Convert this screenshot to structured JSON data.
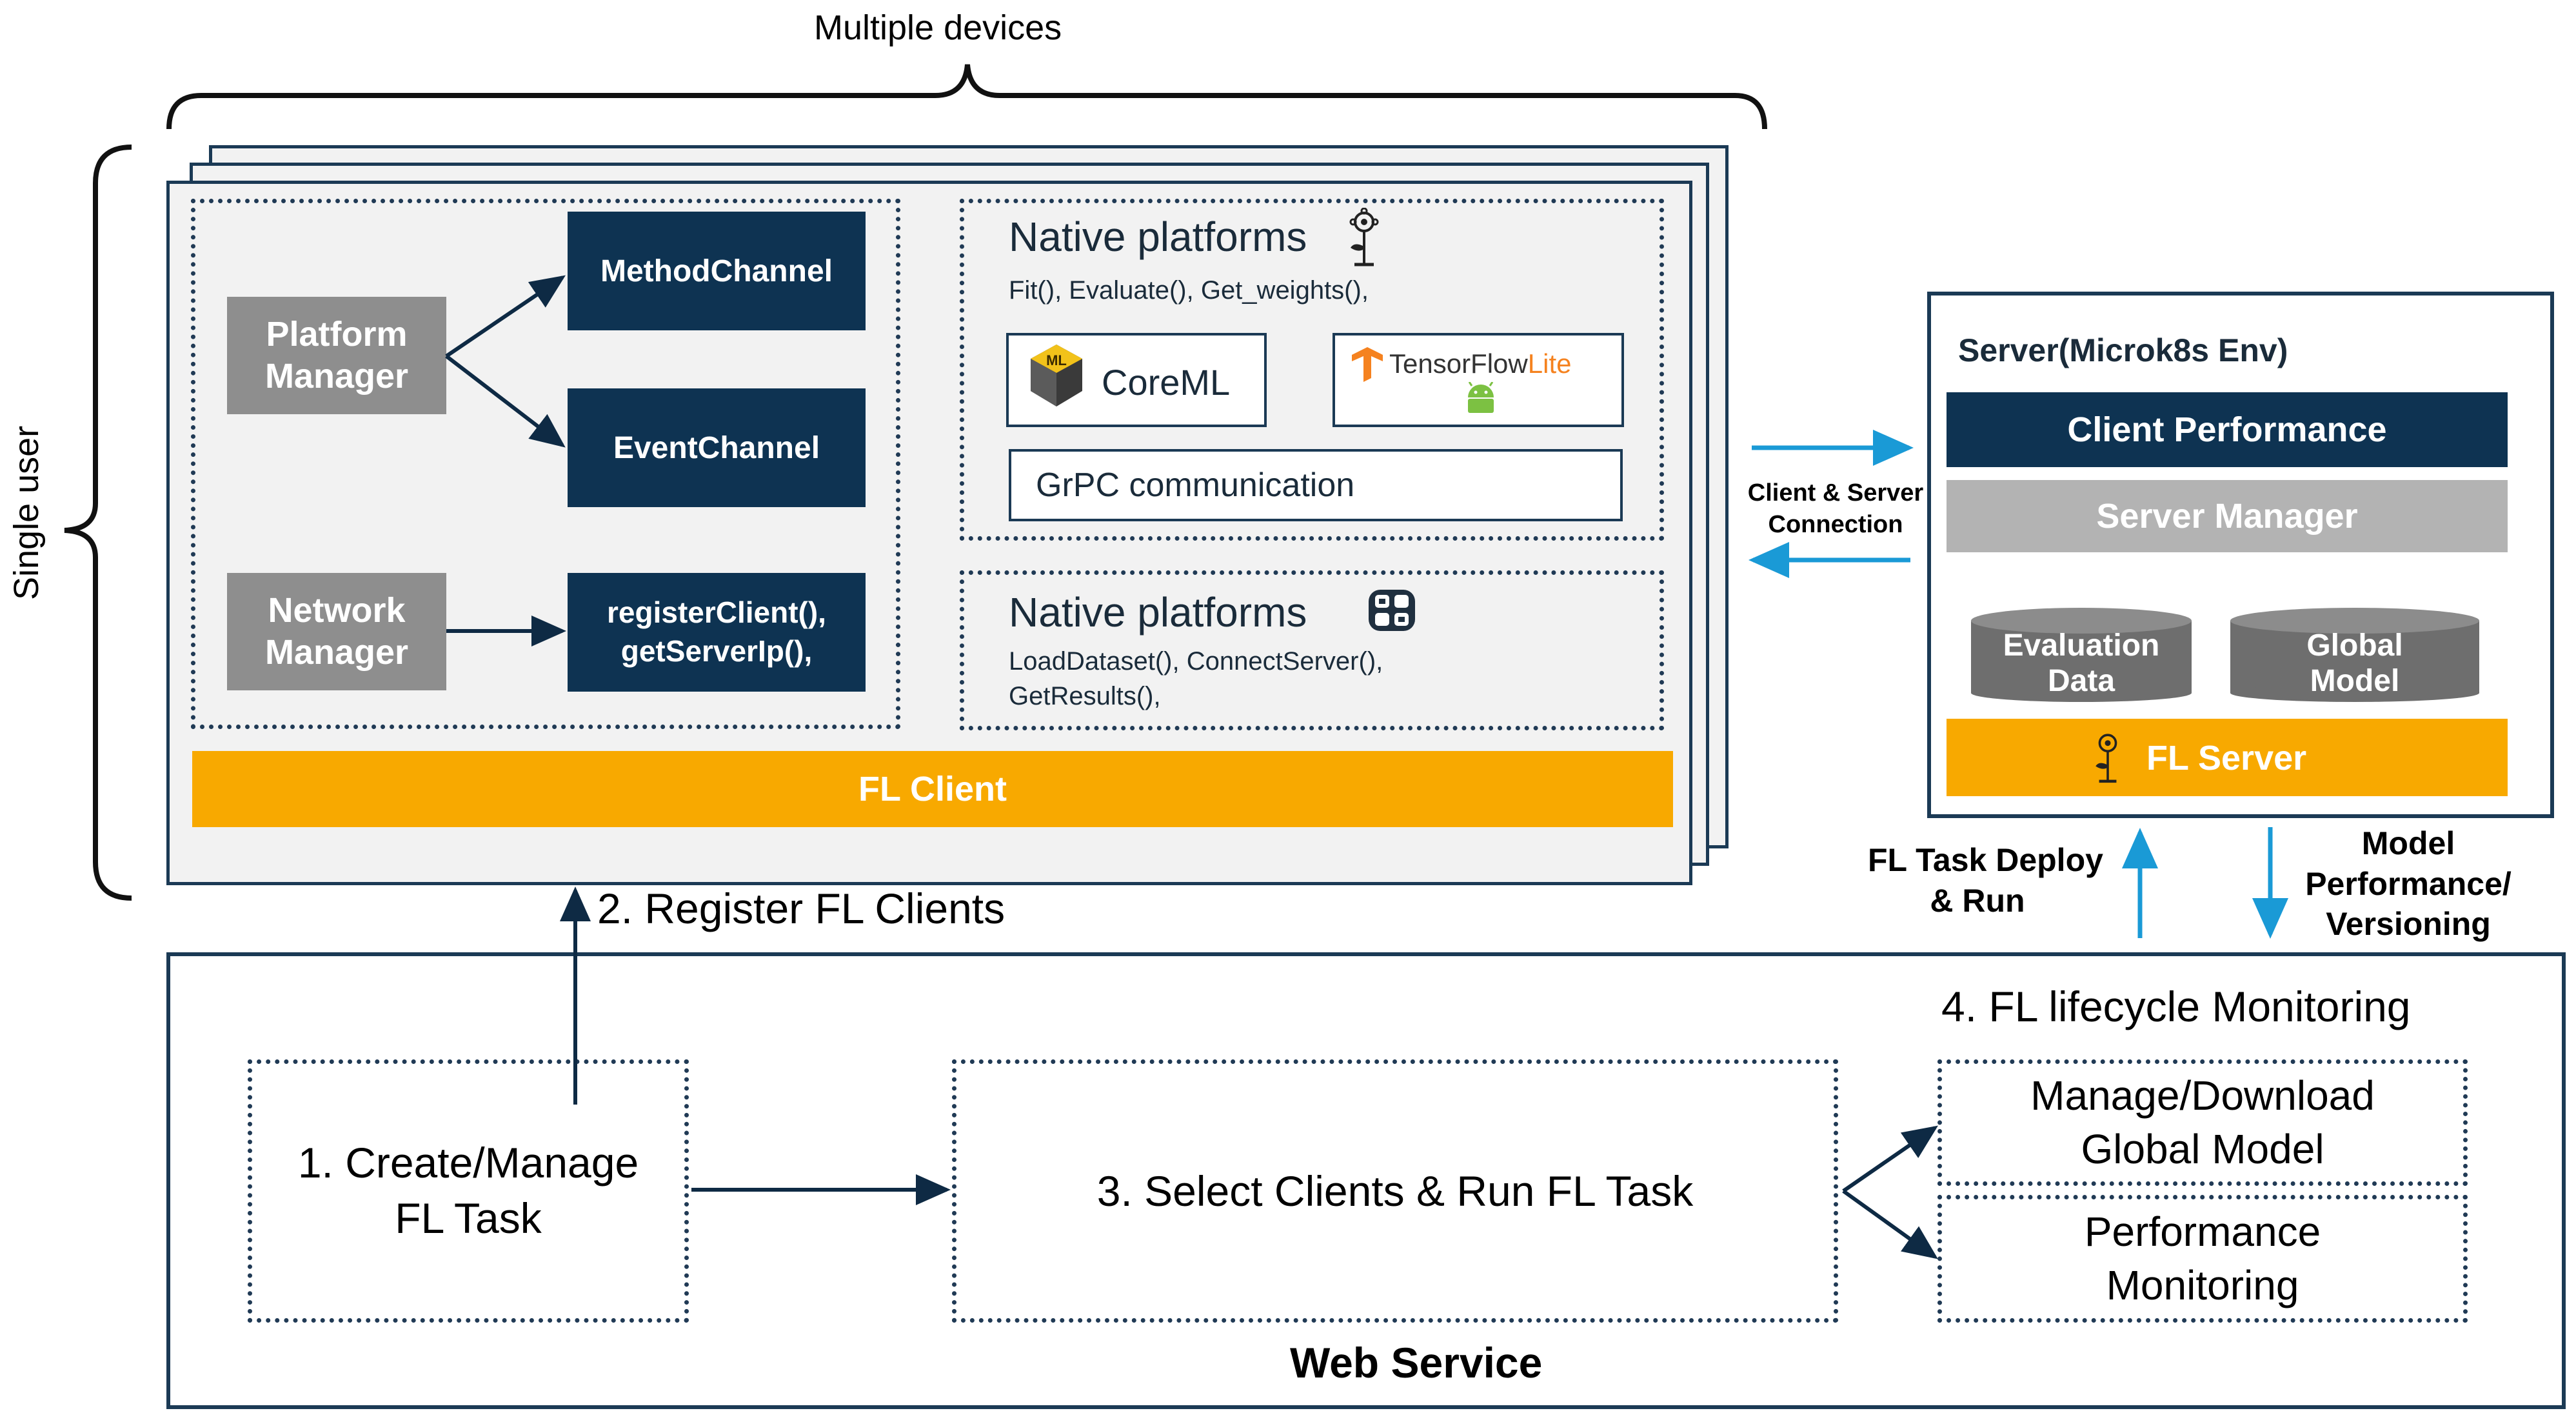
{
  "multiple_devices": "Multiple devices",
  "single_user": "Single user",
  "client": {
    "platform_manager": "Platform\nManager",
    "network_manager": "Network\nManager",
    "method_channel": "MethodChannel",
    "event_channel": "EventChannel",
    "register_client": "registerClient(),\ngetServerIp(),",
    "native1": {
      "title": "Native platforms",
      "icon": "flower-icon",
      "methods": "Fit(), Evaluate(), Get_weights(),",
      "coreml": "CoreML",
      "coreml_icon": "ml-icon",
      "tflite_a": "TensorFlow",
      "tflite_b": "Lite",
      "tflite_icon": "tensorflow-icon",
      "android_icon": "android-icon",
      "grpc": "GrPC communication"
    },
    "native2": {
      "title": "Native platforms",
      "icon": "grid-icon",
      "methods": "LoadDataset(), ConnectServer(),\nGetResults(),"
    },
    "fl_client": "FL Client"
  },
  "connection_label": "Client & Server\nConnection",
  "server": {
    "title": "Server(Microk8s Env)",
    "client_performance": "Client Performance",
    "server_manager": "Server Manager",
    "evaluation_data": "Evaluation\nData",
    "global_model": "Global\nModel",
    "fl_server": "FL Server",
    "fl_server_icon": "flower-icon"
  },
  "fl_task_deploy": "FL Task Deploy\n& Run",
  "model_performance": "Model\nPerformance/\nVersioning",
  "register_fl_clients": "2. Register FL Clients",
  "web": {
    "create_manage": "1. Create/Manage\nFL Task",
    "select_clients": "3. Select Clients & Run FL Task",
    "lifecycle": "4. FL lifecycle Monitoring",
    "manage_download": "Manage/Download\nGlobal Model",
    "performance_monitoring": "Performance\nMonitoring",
    "web_service": "Web Service"
  },
  "colors": {
    "navy": "#0e3352",
    "orange": "#f8a900",
    "grey": "#8e8e8e",
    "arrow_blue": "#1a9ad6"
  }
}
